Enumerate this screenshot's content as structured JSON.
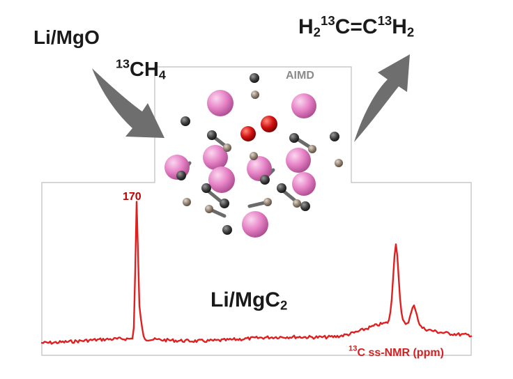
{
  "labels": {
    "reactant": "Li/MgO",
    "feed": {
      "isotope": "13",
      "species": "CH",
      "subscript": "4"
    },
    "product": {
      "h1": "H",
      "s1": "2",
      "i1": "13",
      "mid": "C=C",
      "i2": "13",
      "h2": "H",
      "s2": "2"
    },
    "method": "AIMD",
    "peak_label": "170",
    "material": {
      "base": "Li/MgC",
      "subscript": "2"
    },
    "axis": {
      "isotope": "13",
      "text": "C ss-NMR (ppm)"
    }
  },
  "colors": {
    "spectrum": "#e02020",
    "arrow": "#6e6e6e",
    "li_atom": "#e87fc4",
    "oxygen_atom": "#cc1010",
    "carbon_atom": "#4a4a4a",
    "hydrogen_atom": "#9a8a78"
  }
}
